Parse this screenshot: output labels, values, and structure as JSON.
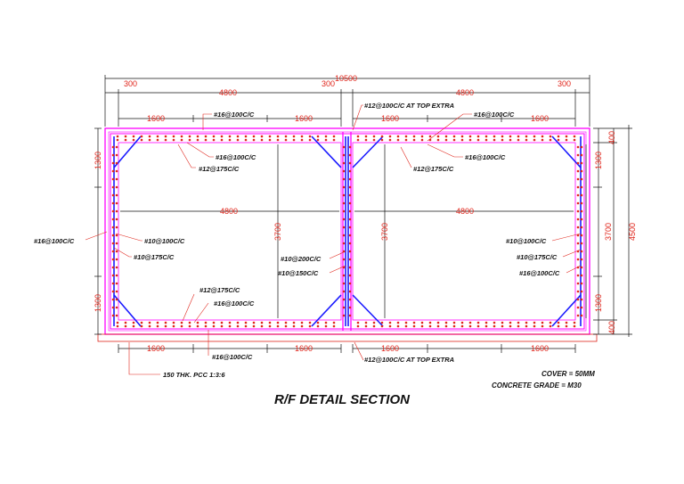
{
  "title": "R/F DETAIL SECTION",
  "notes": {
    "cover": "COVER = 50MM",
    "grade": "CONCRETE GRADE = M30"
  },
  "colors": {
    "concrete": "#ff00ff",
    "bar": "#1a1aff",
    "dots": "#e0251b",
    "dim": "#e0251b",
    "text": "#111111"
  },
  "dims": {
    "overall_width": "10500",
    "wall_left": "300",
    "wall_mid": "300",
    "wall_right": "300",
    "cell_width_top": "4800",
    "cell_width_top_right": "4800",
    "cell_inner_left": "4800",
    "cell_inner_right": "4800",
    "haunch_tl_a": "1600",
    "haunch_tl_b": "1600",
    "haunch_tr_a": "1600",
    "haunch_tr_b": "1600",
    "haunch_bl_a": "1600",
    "haunch_bl_b": "1600",
    "haunch_br_a": "1600",
    "haunch_br_b": "1600",
    "height_left_cell": "3700",
    "height_right_cell": "3700",
    "height_right_inner": "3700",
    "overall_height": "4500",
    "slab_top": "400",
    "slab_bottom": "400",
    "haunch_left_top": "1300",
    "haunch_left_bottom": "1300",
    "haunch_right_top": "1300",
    "haunch_right_bottom": "1300"
  },
  "labels": {
    "top_slab_left": "#16@100C/C",
    "top_extra_mid": "#12@100C/C AT TOP EXTRA",
    "top_slab_right": "#16@100C/C",
    "top_inner_left": "#16@100C/C",
    "top_dist_left": "#12@175C/C",
    "top_inner_right": "#16@100C/C",
    "top_dist_right": "#12@175C/C",
    "outer_wall_left": "#16@100C/C",
    "inner_wall_left_a": "#10@100C/C",
    "inner_wall_left_b": "#10@175C/C",
    "mid_wall_a": "#10@200C/C",
    "mid_wall_b": "#10@150C/C",
    "inner_wall_right_a": "#10@100C/C",
    "inner_wall_right_b": "#10@175C/C",
    "outer_wall_right": "#16@100C/C",
    "bot_dist_left": "#12@175C/C",
    "bot_inner_left": "#16@100C/C",
    "bot_slab_left": "#16@100C/C",
    "bot_extra_mid": "#12@100C/C AT TOP EXTRA",
    "pcc": "150 THK. PCC 1:3:6"
  }
}
